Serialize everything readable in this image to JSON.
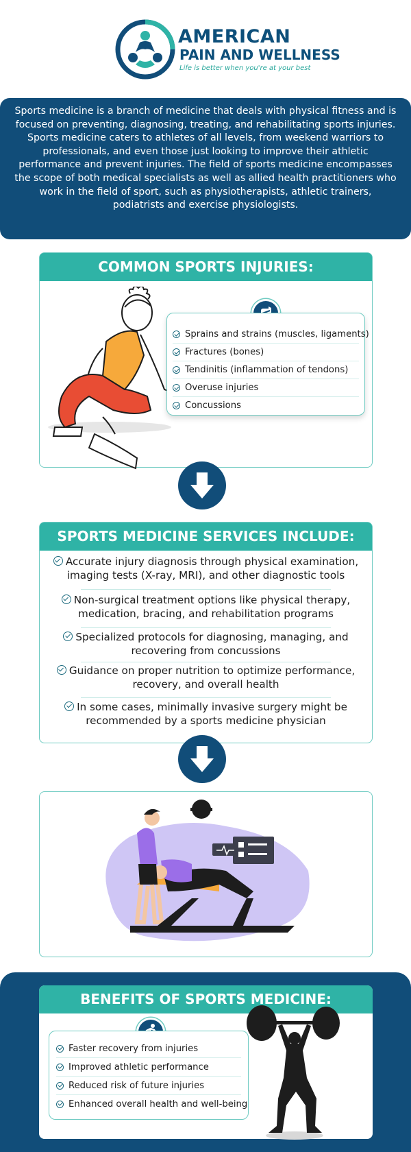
{
  "header": {
    "brand_line1": "AMERICAN",
    "brand_line2": "PAIN AND WELLNESS",
    "tagline": "Life is better when you're at your best"
  },
  "intro": {
    "text": "Sports medicine is a branch of medicine that deals with physical fitness and is focused on preventing, diagnosing, treating, and rehabilitating sports injuries. Sports medicine caters to athletes of all levels, from weekend warriors to professionals, and even those just looking to improve their athletic performance and prevent injuries. The field of sports medicine encompasses the scope of both medical specialists as well as allied health practitioners who work in the field of sport, such as physiotherapists, athletic trainers, podiatrists and exercise physiologists."
  },
  "injuries": {
    "title": "COMMON SPORTS INJURIES:",
    "items": [
      "Sprains and strains (muscles, ligaments)",
      "Fractures (bones)",
      "Tendinitis (inflammation of tendons)",
      "Overuse injuries",
      "Concussions"
    ]
  },
  "services": {
    "title": "SPORTS MEDICINE SERVICES INCLUDE:",
    "items": [
      {
        "line1": "Accurate injury diagnosis through physical examination,",
        "line2": "imaging tests (X-ray, MRI), and other diagnostic tools"
      },
      {
        "line1": "Non-surgical treatment options like physical therapy,",
        "line2": "medication, bracing, and rehabilitation programs"
      },
      {
        "line1": "Specialized protocols for diagnosing, managing, and",
        "line2": "recovering from concussions"
      },
      {
        "line1": "Guidance on proper nutrition to optimize performance,",
        "line2": "recovery, and overall health"
      },
      {
        "line1": "In some cases, minimally invasive surgery might be",
        "line2": "recommended by a sports medicine physician"
      }
    ]
  },
  "benefits": {
    "title": "BENEFITS OF SPORTS MEDICINE:",
    "items": [
      "Faster recovery from injuries",
      "Improved athletic performance",
      "Reduced risk of future injuries",
      "Enhanced overall health and well-being"
    ]
  },
  "colors": {
    "navy": "#114d79",
    "teal": "#2fb3a6",
    "light_teal_border": "#6fcbc2",
    "brand_text": "#0d4f7a",
    "tagline": "#28a79b"
  },
  "icons": {
    "logo": "three-figures-logo-icon",
    "injury_badge": "bandaged-hand-icon",
    "benefit_badge": "running-person-icon",
    "arrows": "down-arrow-icon",
    "bullets": "check-circle-icon"
  }
}
